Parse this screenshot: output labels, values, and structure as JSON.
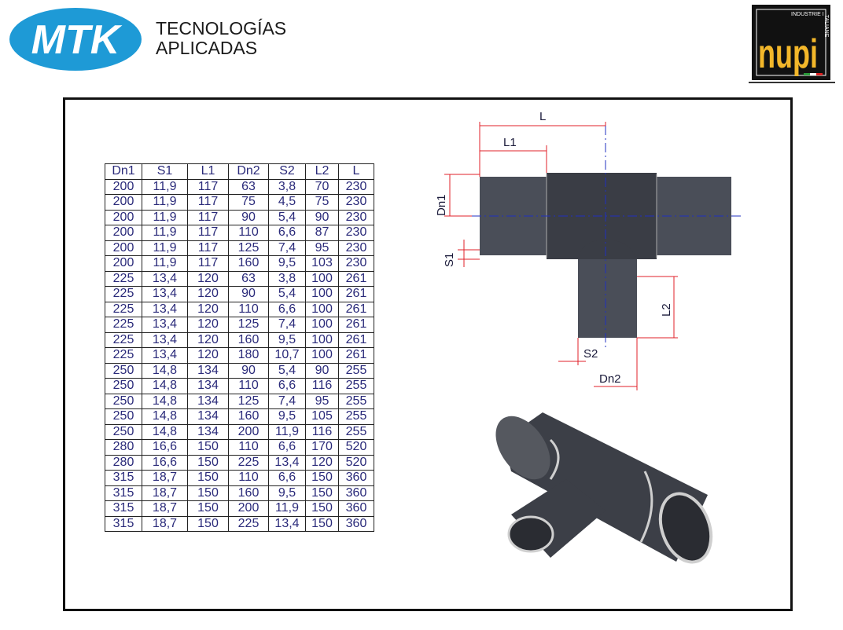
{
  "header": {
    "brand_logo": "MTK",
    "brand_tagline_line1": "TECNOLOGÍAS",
    "brand_tagline_line2": "APLICADAS",
    "partner_logo": "nupi",
    "partner_logo_sub": "INDUSTRIE ITALIANE"
  },
  "table": {
    "columns": [
      "Dn1",
      "S1",
      "L1",
      "Dn2",
      "S2",
      "L2",
      "L"
    ],
    "rows": [
      [
        "200",
        "11,9",
        "117",
        "63",
        "3,8",
        "70",
        "230"
      ],
      [
        "200",
        "11,9",
        "117",
        "75",
        "4,5",
        "75",
        "230"
      ],
      [
        "200",
        "11,9",
        "117",
        "90",
        "5,4",
        "90",
        "230"
      ],
      [
        "200",
        "11,9",
        "117",
        "110",
        "6,6",
        "87",
        "230"
      ],
      [
        "200",
        "11,9",
        "117",
        "125",
        "7,4",
        "95",
        "230"
      ],
      [
        "200",
        "11,9",
        "117",
        "160",
        "9,5",
        "103",
        "230"
      ],
      [
        "225",
        "13,4",
        "120",
        "63",
        "3,8",
        "100",
        "261"
      ],
      [
        "225",
        "13,4",
        "120",
        "90",
        "5,4",
        "100",
        "261"
      ],
      [
        "225",
        "13,4",
        "120",
        "110",
        "6,6",
        "100",
        "261"
      ],
      [
        "225",
        "13,4",
        "120",
        "125",
        "7,4",
        "100",
        "261"
      ],
      [
        "225",
        "13,4",
        "120",
        "160",
        "9,5",
        "100",
        "261"
      ],
      [
        "225",
        "13,4",
        "120",
        "180",
        "10,7",
        "100",
        "261"
      ],
      [
        "250",
        "14,8",
        "134",
        "90",
        "5,4",
        "90",
        "255"
      ],
      [
        "250",
        "14,8",
        "134",
        "110",
        "6,6",
        "116",
        "255"
      ],
      [
        "250",
        "14,8",
        "134",
        "125",
        "7,4",
        "95",
        "255"
      ],
      [
        "250",
        "14,8",
        "134",
        "160",
        "9,5",
        "105",
        "255"
      ],
      [
        "250",
        "14,8",
        "134",
        "200",
        "11,9",
        "116",
        "255"
      ],
      [
        "280",
        "16,6",
        "150",
        "110",
        "6,6",
        "170",
        "520"
      ],
      [
        "280",
        "16,6",
        "150",
        "225",
        "13,4",
        "120",
        "520"
      ],
      [
        "315",
        "18,7",
        "150",
        "110",
        "6,6",
        "150",
        "360"
      ],
      [
        "315",
        "18,7",
        "150",
        "160",
        "9,5",
        "150",
        "360"
      ],
      [
        "315",
        "18,7",
        "150",
        "200",
        "11,9",
        "150",
        "360"
      ],
      [
        "315",
        "18,7",
        "150",
        "225",
        "13,4",
        "150",
        "360"
      ]
    ]
  },
  "drawing": {
    "labels": {
      "L": "L",
      "L1": "L1",
      "Dn1": "Dn1",
      "S1": "S1",
      "L2": "L2",
      "S2": "S2",
      "Dn2": "Dn2"
    },
    "colors": {
      "dimension": "#e0202a",
      "centerline": "#2030c0",
      "body": "#3a3d45"
    }
  }
}
